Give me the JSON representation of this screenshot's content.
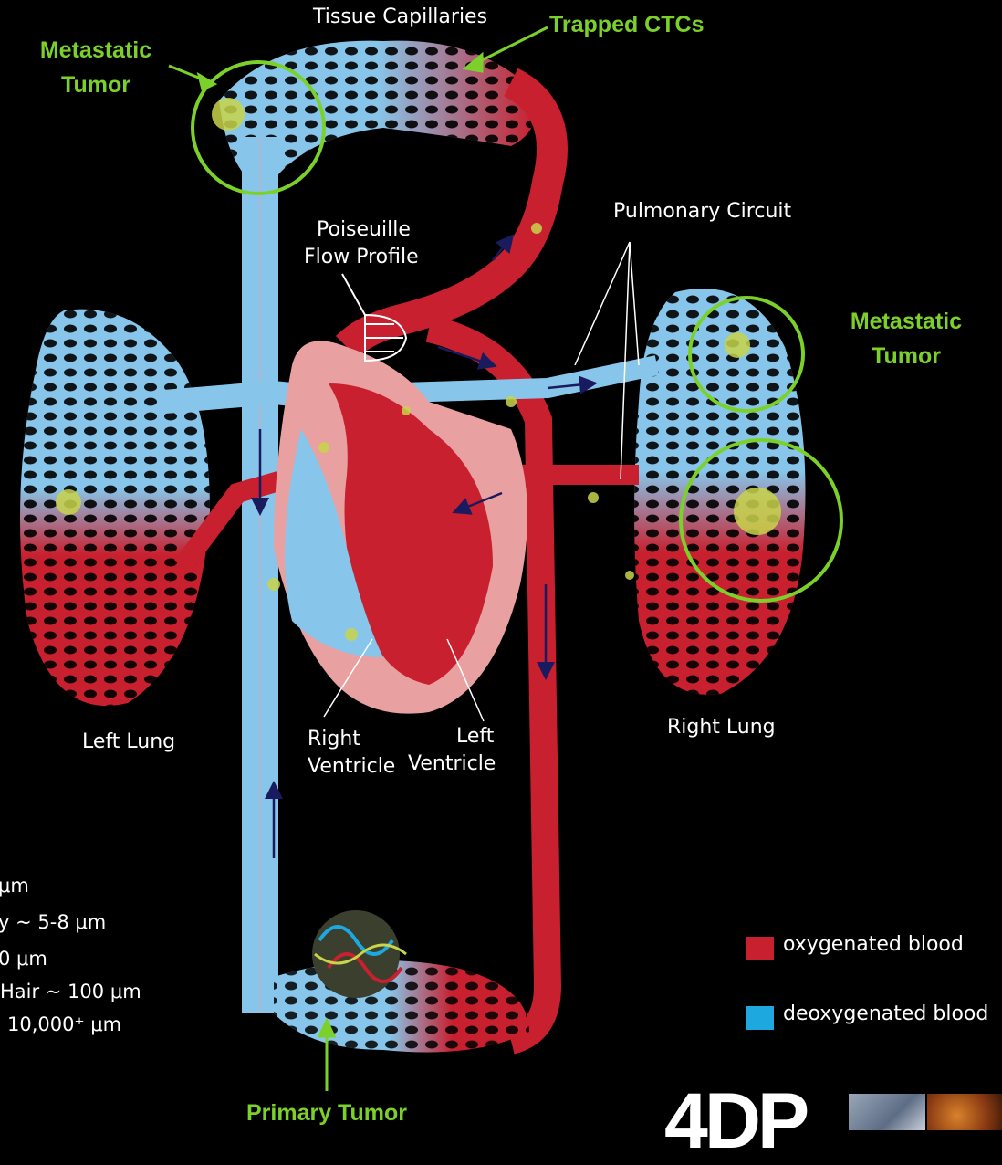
{
  "labels": {
    "tissue_capillaries": "Tissue Capillaries",
    "poiseuille_line1": "Poiseuille",
    "poiseuille_line2": "Flow Profile",
    "pulmonary_circuit": "Pulmonary Circuit",
    "left_lung": "Left Lung",
    "right_lung": "Right Lung",
    "right_ventricle_line1": "Right",
    "right_ventricle_line2": "Ventricle",
    "left_ventricle_line1": "Left",
    "left_ventricle_line2": "Ventricle"
  },
  "annotations": {
    "trapped_ctcs": "Trapped CTCs",
    "metastatic_tumor_tl_line1": "Metastatic",
    "metastatic_tumor_tl_line2": "Tumor",
    "metastatic_tumor_r_line1": "Metastatic",
    "metastatic_tumor_r_line2": "Tumor",
    "primary_tumor": "Primary Tumor"
  },
  "scale_list": [
    "μm",
    "y ~ 5-8 μm",
    "0 μm",
    "Hair ~ 100 μm",
    "10,000⁺ μm"
  ],
  "legend": [
    {
      "label": "oxygenated blood",
      "color": "#c8202e"
    },
    {
      "label": "deoxygenated blood",
      "color": "#1ea8e0"
    }
  ],
  "logo_text": "4DP",
  "colors": {
    "oxygenated": "#c8202e",
    "deoxygenated": "#87c6ea",
    "annotation": "#7bd12a",
    "background": "#000000",
    "heart_wall": "#e8a0a0"
  }
}
